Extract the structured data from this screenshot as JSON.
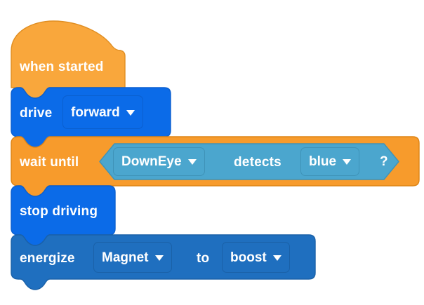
{
  "app": {
    "name": "block-programming-canvas",
    "background": "#FFFFFF"
  },
  "palette": {
    "event_orange": "#F9A73C",
    "event_orange_stroke": "#E08E22",
    "control_orange": "#F79B2C",
    "control_orange_stroke": "#DD8415",
    "drivetrain_blue": "#0B6BE8",
    "drivetrain_blue_stroke": "#0A5FCF",
    "magnet_blue": "#1F6FBF",
    "magnet_blue_stroke": "#1A61A8",
    "sensing_teal": "#4BA6CE",
    "sensing_teal_stroke": "#3F93B8",
    "label_text": "#FFFFFF"
  },
  "program": {
    "blocks": [
      {
        "id": "when-started",
        "kind": "hat",
        "category": "event",
        "label": "when started"
      },
      {
        "id": "drive-forward",
        "kind": "stack",
        "category": "drivetrain",
        "label": "drive",
        "dropdown": {
          "name": "direction",
          "value": "forward",
          "caret": "chevron-down-icon"
        }
      },
      {
        "id": "wait-until",
        "kind": "stack",
        "category": "control",
        "label": "wait until",
        "condition": {
          "id": "eye-detects-color",
          "kind": "boolean-hexagon",
          "category": "sensing",
          "sensor_dropdown": {
            "name": "sensor",
            "value": "DownEye",
            "caret": "chevron-down-icon"
          },
          "verb": "detects",
          "color_dropdown": {
            "name": "color",
            "value": "blue",
            "caret": "chevron-down-icon"
          },
          "question_mark": "?"
        }
      },
      {
        "id": "stop-driving",
        "kind": "stack",
        "category": "drivetrain",
        "label": "stop driving"
      },
      {
        "id": "energize-magnet",
        "kind": "stack",
        "category": "magnet",
        "label": "energize",
        "device_dropdown": {
          "name": "device",
          "value": "Magnet",
          "caret": "chevron-down-icon"
        },
        "connector": "to",
        "mode_dropdown": {
          "name": "mode",
          "value": "boost",
          "caret": "chevron-down-icon"
        }
      }
    ]
  }
}
